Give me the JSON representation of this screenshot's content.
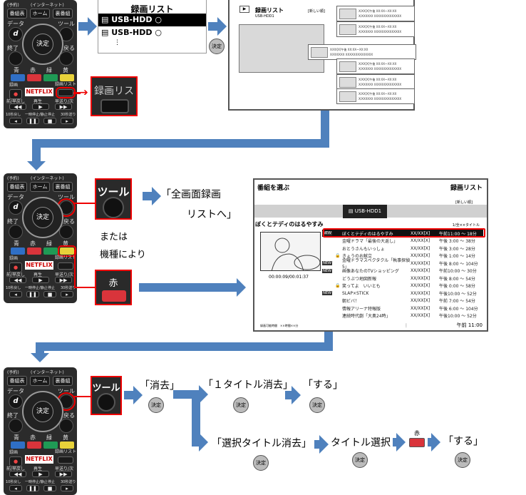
{
  "remote": {
    "reserve": "(予約)",
    "internet": "(インターネット)",
    "epg": "番組表",
    "home": "ホーム",
    "ura": "裏番組",
    "data": "データ",
    "d": "d",
    "tool": "ツール",
    "ok": "決定",
    "exit": "終了",
    "back": "戻る",
    "blue": "青",
    "red": "赤",
    "green": "緑",
    "yellow": "黄",
    "rec": "録画",
    "netflix": "NETFLIX",
    "reclist": "録画リスト",
    "rew": "前/早戻し",
    "play": "再生",
    "ff": "早送り/次",
    "skip_back": "10秒戻し",
    "pause": "一時停止/静止",
    "stop": "停止",
    "skip_fwd": "30秒送り",
    "colors": {
      "blue": "#2f6fc6",
      "red": "#d9343b",
      "green": "#1f9a55",
      "yellow": "#e8d23a"
    }
  },
  "step1": {
    "list_title": "録画リスト",
    "devices": [
      "USB-HDD",
      "USB-HDD"
    ],
    "more": "⋮",
    "ok": "決定",
    "button_label": "録画リスト",
    "screen": {
      "title": "録画リスト",
      "sort": "[新しい順]",
      "device": "USB-HDD1",
      "cards": [
        "X/XX[X]午後 XX:XX～XX:XX",
        "X/XX[X]午後 XX:XX～XX:XX",
        "X/XX[X]午後 XX:XX～XX:XX",
        "X/XX[X]午後 XX:XX～XX:XX",
        "X/XX[X]午後 XX:XX～XX:XX",
        "X/XX[X]午後 XX:XX～XX:XX",
        "X/XX[X]午後 XX:XX～XX:XX"
      ],
      "card_sub": "X/XXXXXX XXXXXXXXXXXXXX"
    }
  },
  "step2": {
    "tool_label": "ツール",
    "fullscreen_line1": "「全画面録画",
    "fullscreen_line2": "リストへ」",
    "or": "または",
    "model": "機種により",
    "red_label": "赤",
    "screen": {
      "header_left": "番組を選ぶ",
      "header_right": "録画リスト",
      "sort": "[新しい順]",
      "device": "USB-HDD1",
      "selected_title": "ぼくとテディのはるやすみ",
      "count": "1/全××タイトル",
      "timecode": "00:00:09/00:01:37",
      "footer_left": "録画可能時間　××時間××分",
      "footer_more": "⋮",
      "clock": "午前 11:00",
      "rows": [
        {
          "new": "NEW",
          "lock": "",
          "title": "ぼくとテディのはるやすみ",
          "date": "XX/XX[X]",
          "time": "午前11:00 ～ 18分"
        },
        {
          "new": "",
          "lock": "",
          "title": "金曜ドラマ「最後の大返し」",
          "date": "XX/XX[X]",
          "time": "午後 3:00 ～ 38分"
        },
        {
          "new": "",
          "lock": "",
          "title": "おとうさんもいっしょ",
          "date": "XX/XX[X]",
          "time": "午後 3:00 ～ 28分"
        },
        {
          "new": "",
          "lock": "🔒",
          "title": "きょうのお献立",
          "date": "XX/XX[X]",
          "time": "午後 1:00 ～ 14分"
        },
        {
          "new": "NEW",
          "lock": "",
          "title": "金曜ドラマスペクタクル「執事探偵5」",
          "date": "XX/XX[X]",
          "time": "午後 8:00 ～ 104分"
        },
        {
          "new": "NEW",
          "lock": "",
          "title": "画像あなたのTVショッピング",
          "date": "XX/XX[X]",
          "time": "午前10:00 ～ 30分"
        },
        {
          "new": "",
          "lock": "",
          "title": "どうぶつ地図新報",
          "date": "XX/XX[X]",
          "time": "午後 8:00 ～ 54分"
        },
        {
          "new": "",
          "lock": "🔒",
          "title": "笑ってよ　いいとも",
          "date": "XX/XX[X]",
          "time": "午後 0:00 ～ 58分"
        },
        {
          "new": "NEW",
          "lock": "",
          "title": "SLAP×STICK",
          "date": "XX/XX[X]",
          "time": "午後10:00 ～ 52分"
        },
        {
          "new": "",
          "lock": "",
          "title": "朝ビバ！",
          "date": "XX/XX[X]",
          "time": "午前 7:00 ～ 54分"
        },
        {
          "new": "",
          "lock": "",
          "title": "情報アリーナ特報版",
          "date": "XX/XX[X]",
          "time": "午後 6:00 ～ 104分"
        },
        {
          "new": "",
          "lock": "",
          "title": "連続時代劇「大奥24時」",
          "date": "XX/XX[X]",
          "time": "午後10:00 ～ 52分"
        }
      ]
    }
  },
  "step3": {
    "tool_label": "ツール",
    "delete": "「消去」",
    "one_title": "「１タイトル消去」",
    "yes1": "「する」",
    "select_delete": "「選択タイトル消去」",
    "title_select": "タイトル選択",
    "red_label": "赤",
    "yes2": "「する」",
    "ok": "決定"
  }
}
